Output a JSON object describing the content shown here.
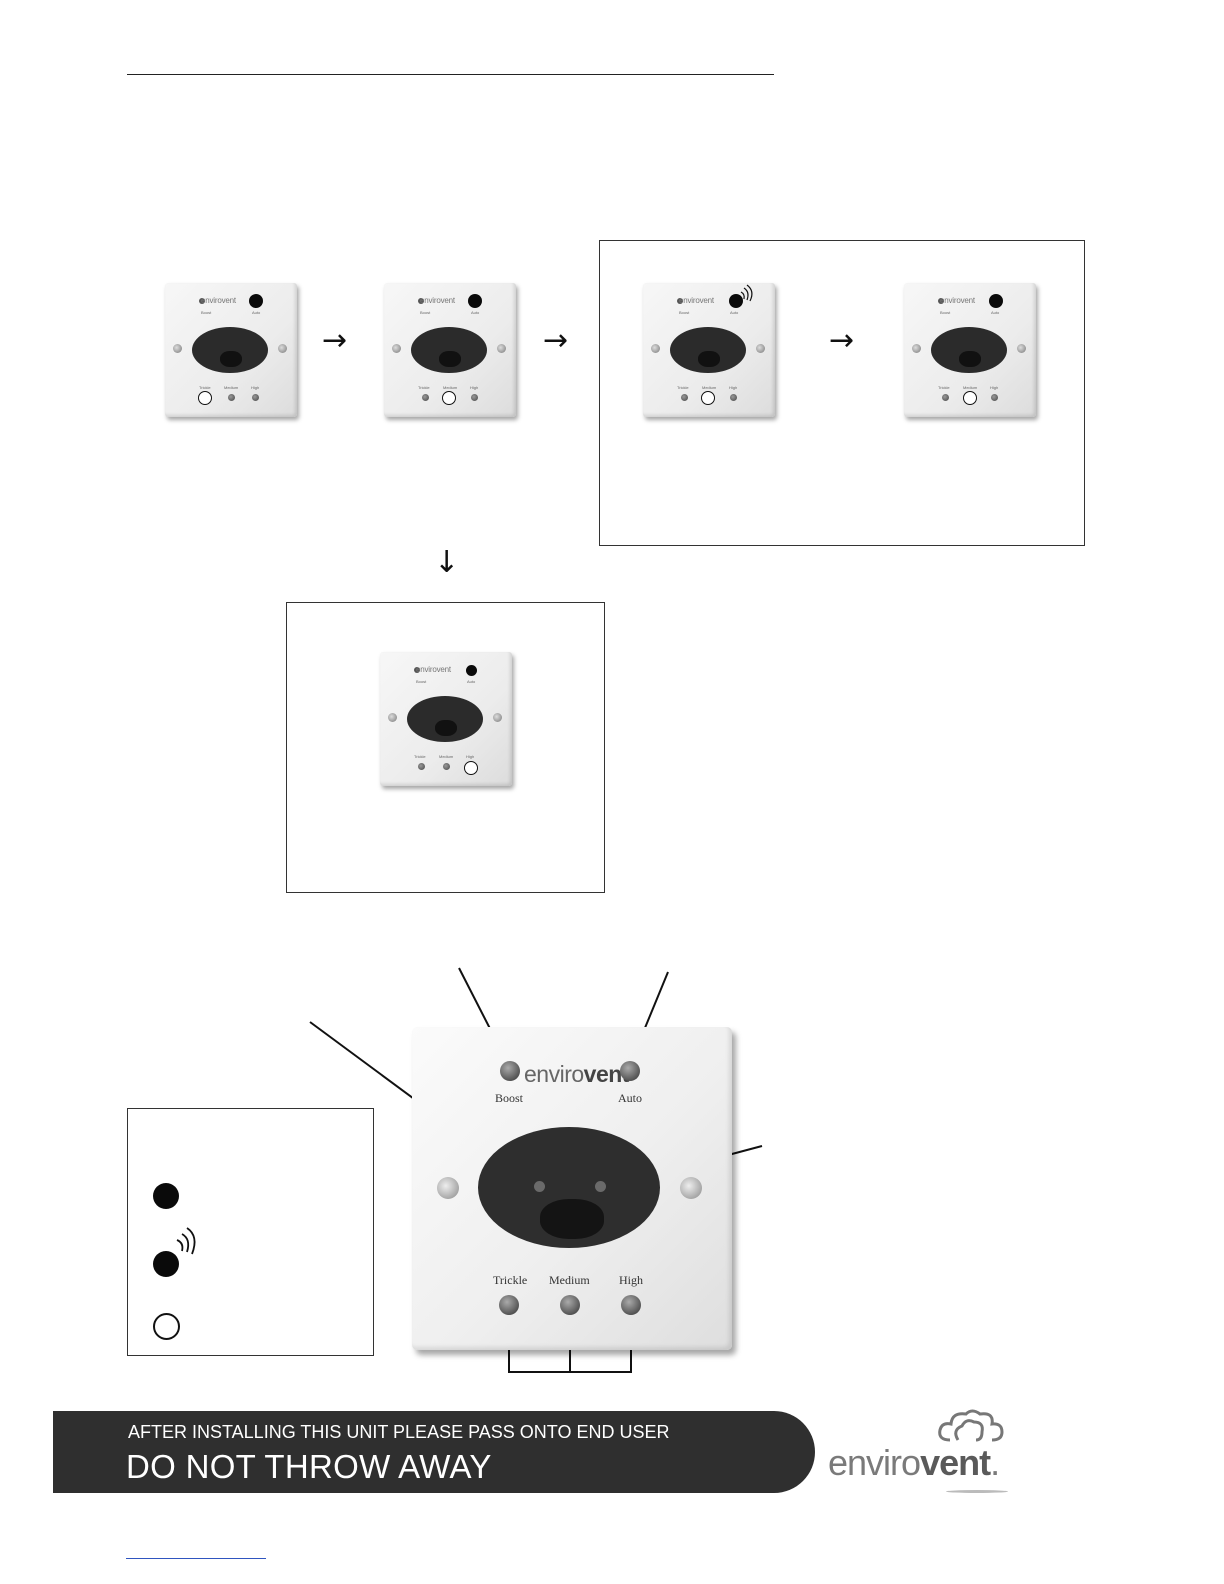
{
  "panel": {
    "brand": "envirovent",
    "labels": {
      "boost": "Boost",
      "auto": "Auto",
      "trickle": "Trickle",
      "medium": "Medium",
      "high": "High"
    }
  },
  "flow": {
    "arrow_right": "→",
    "arrow_down": "↓"
  },
  "footer": {
    "line1": "AFTER INSTALLING THIS UNIT PLEASE PASS ONTO END USER",
    "line2": "DO NOT THROW AWAY",
    "logo_text": "envirovent",
    "logo_mark": "."
  },
  "colors": {
    "banner": "#2f2f2f",
    "led_on": "#0a0a0a",
    "led_off": "#ffffff"
  },
  "legend_icons": [
    "led-on-icon",
    "led-flashing-icon",
    "led-off-icon"
  ]
}
